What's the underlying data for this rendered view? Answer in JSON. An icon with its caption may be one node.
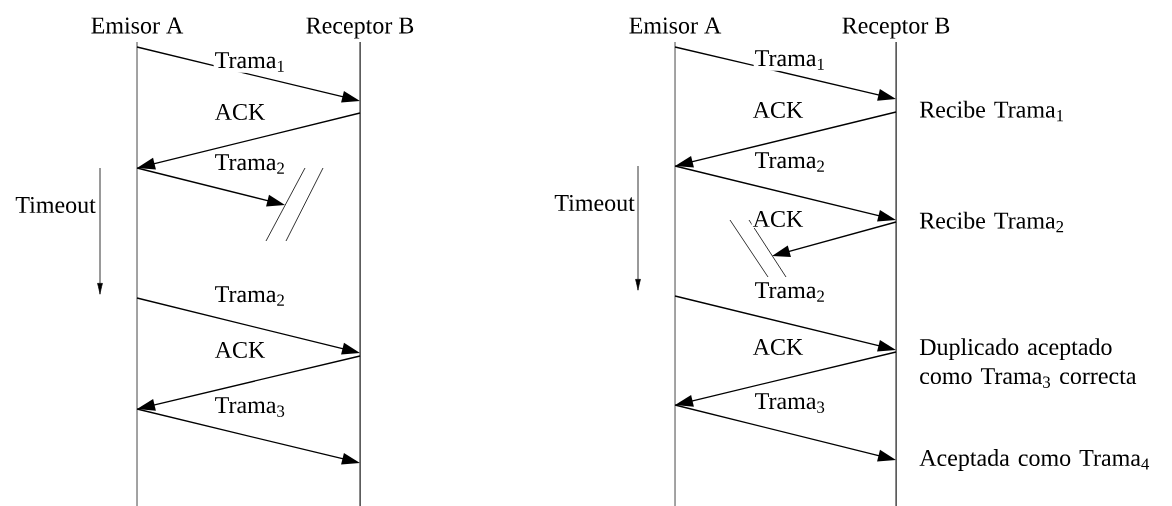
{
  "diagram": {
    "nodes": [
      {
        "text": [
          "Emisor A"
        ]
      },
      {
        "text": [
          "Receptor B"
        ]
      },
      {
        "text": [
          "Emisor A"
        ]
      },
      {
        "text": [
          "Receptor B"
        ],
        "beside": [
          "Recibe Trama$_{1}$",
          "Recibe Trama$_{2}$",
          "Duplicado aceptado como Trama$_{3}$ correcta",
          "Aceptada como Trama$_{4}$"
        ]
      },
      {
        "text": [],
        "shape": "break"
      },
      {
        "text": [],
        "shape": "break"
      }
    ],
    "edges": [
      {
        "from": 0,
        "to": 1,
        "arrow": "to",
        "label": "Trama$_{1}$"
      },
      {
        "from": 1,
        "to": 0,
        "arrow": "to",
        "label": "ACK"
      },
      {
        "from": 0,
        "to": 4,
        "arrow": "to",
        "label": "Trama$_{2}$"
      },
      {
        "from": 0,
        "to": 1,
        "arrow": "to",
        "label": "Trama$_{2}$"
      },
      {
        "from": 1,
        "to": 0,
        "arrow": "to",
        "label": "ACK"
      },
      {
        "from": 0,
        "to": 1,
        "arrow": "to",
        "label": "Trama$_{3}$"
      },
      {
        "from": 2,
        "to": 3,
        "arrow": "to",
        "label": "Trama$_{1}$"
      },
      {
        "from": 3,
        "to": 2,
        "arrow": "to",
        "label": "ACK"
      },
      {
        "from": 2,
        "to": 3,
        "arrow": "to",
        "label": "Trama$_{2}$"
      },
      {
        "from": 3,
        "to": 5,
        "arrow": "to",
        "label": "ACK"
      },
      {
        "from": 2,
        "to": 3,
        "arrow": "to",
        "label": "Trama$_{2}$"
      },
      {
        "from": 3,
        "to": 2,
        "arrow": "to",
        "label": "ACK"
      },
      {
        "from": 2,
        "to": 3,
        "arrow": "to",
        "label": "Trama$_{3}$"
      }
    ],
    "labels": [
      "Timeout",
      "Timeout"
    ]
  }
}
